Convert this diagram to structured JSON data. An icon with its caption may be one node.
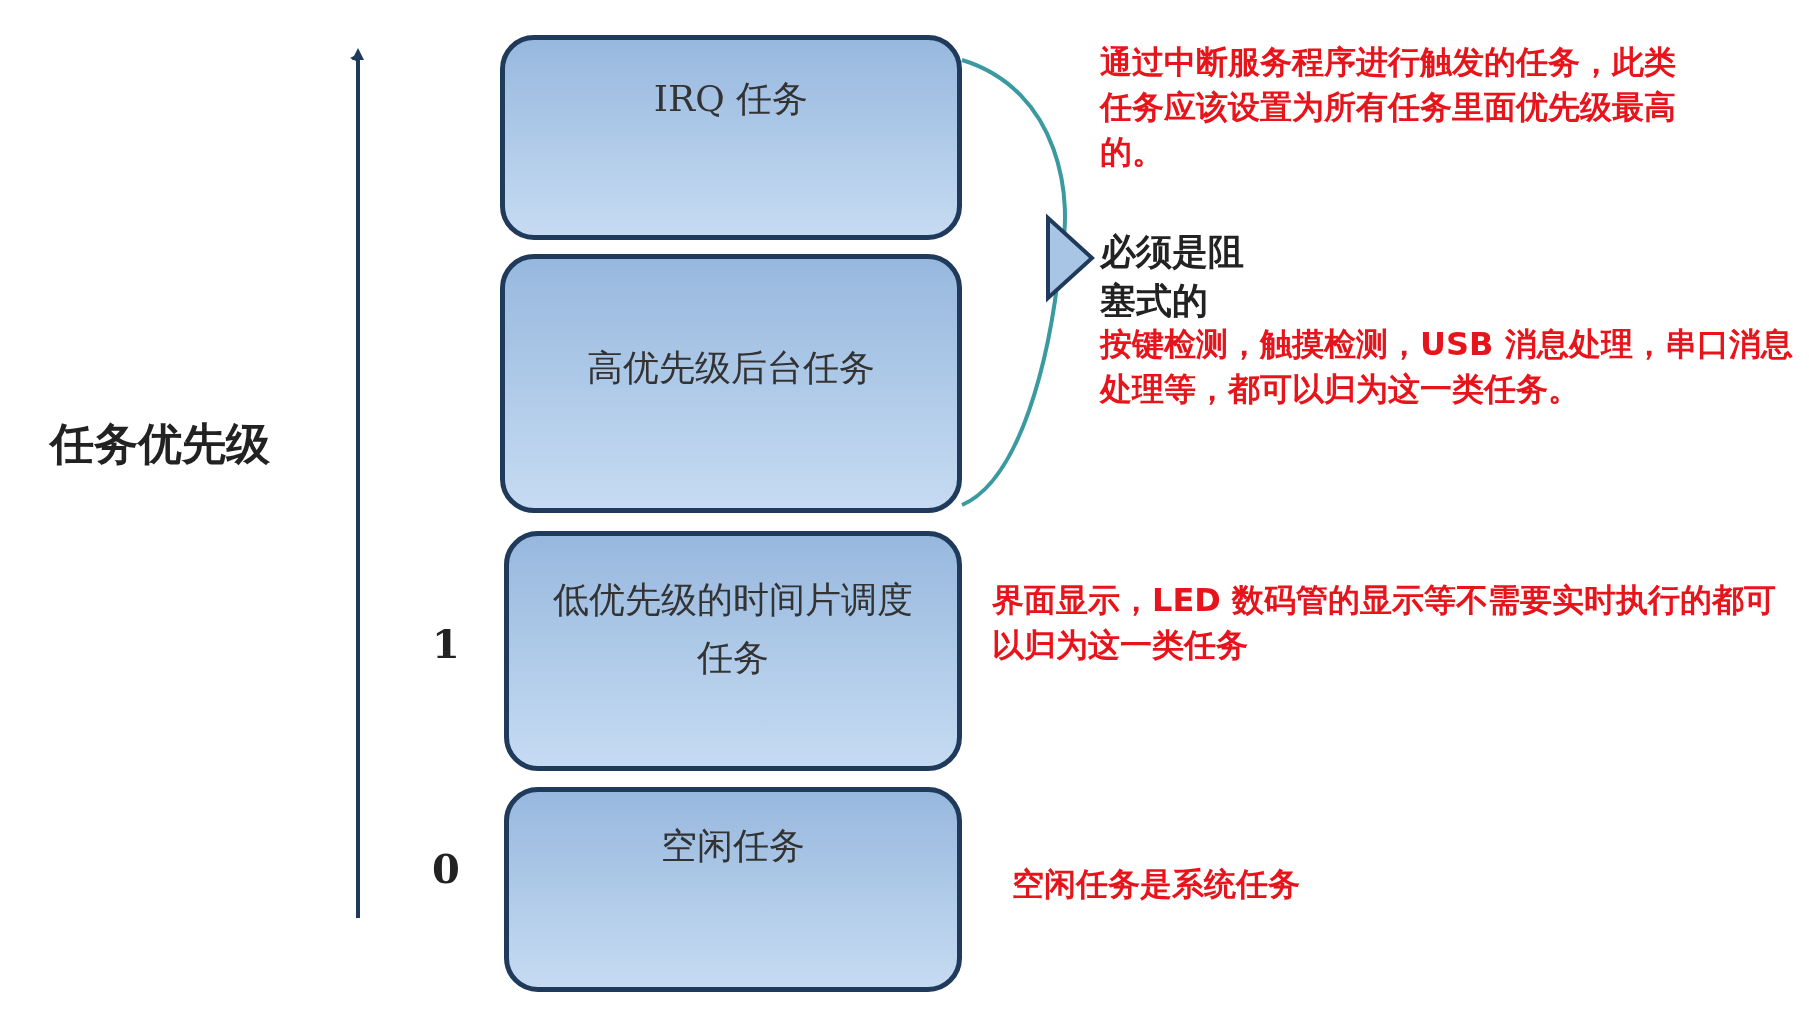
{
  "diagram": {
    "nodes": [
      {
        "text": [
          "IRQ 任务"
        ]
      },
      {
        "text": [
          "高优先级后台任务"
        ]
      },
      {
        "text": [
          "低优先级的时间片调度任务"
        ],
        "beside": [
          "界面显示，LED 数码管的显示等不需要实时执行的都可以归为这一类任务"
        ]
      },
      {
        "text": [
          "空闲任务"
        ],
        "beside": [
          "空闲任务是系统任务"
        ]
      }
    ],
    "edges": [],
    "labels": [
      "通过中断服务程序进行触发的任务，此类任务应该设置为所有任务里面优先级最高的。",
      "必须是阻塞式的",
      "按键检测，触摸检测，USB 消息处理，串口消息处理等，都可以归为这一类任务。",
      "任务优先级",
      "1",
      "0"
    ]
  }
}
